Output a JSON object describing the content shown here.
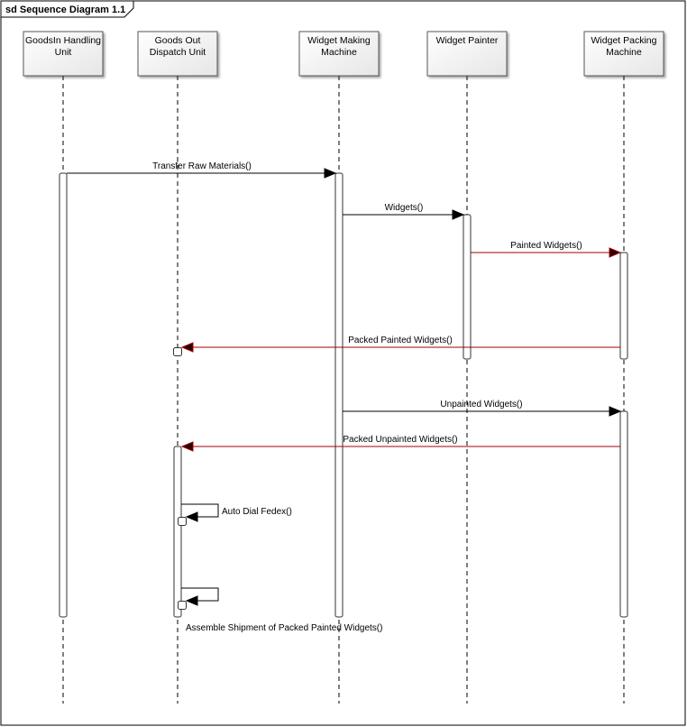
{
  "frame": {
    "title": "sd Sequence Diagram 1.1"
  },
  "colors": {
    "sync": "#000000",
    "reply": "#a00000",
    "lifeline": "#000000"
  },
  "lifelines": [
    {
      "id": "goodsin",
      "lines": [
        "GoodsIn Handling",
        "Unit"
      ]
    },
    {
      "id": "goodsout",
      "lines": [
        "Goods Out",
        "Dispatch Unit"
      ]
    },
    {
      "id": "making",
      "lines": [
        "Widget Making",
        "Machine"
      ]
    },
    {
      "id": "painter",
      "lines": [
        "Widget Painter"
      ]
    },
    {
      "id": "packing",
      "lines": [
        "Widget Packing",
        "Machine"
      ]
    }
  ],
  "messages": [
    {
      "id": "transfer-raw-materials",
      "label": "Transfer Raw Materials()",
      "from": "goodsin",
      "to": "making",
      "kind": "sync"
    },
    {
      "id": "widgets",
      "label": "Widgets()",
      "from": "making",
      "to": "painter",
      "kind": "sync"
    },
    {
      "id": "painted-widgets",
      "label": "Painted Widgets()",
      "from": "painter",
      "to": "packing",
      "kind": "reply"
    },
    {
      "id": "packed-painted-widgets",
      "label": "Packed Painted Widgets()",
      "from": "packing",
      "to": "goodsout",
      "kind": "reply"
    },
    {
      "id": "unpainted-widgets",
      "label": "Unpainted Widgets()",
      "from": "making",
      "to": "packing",
      "kind": "sync"
    },
    {
      "id": "packed-unpainted-widgets",
      "label": "Packed Unpainted Widgets()",
      "from": "packing",
      "to": "goodsout",
      "kind": "reply"
    },
    {
      "id": "auto-dial-fedex",
      "label": "Auto Dial Fedex()",
      "from": "goodsout",
      "to": "goodsout",
      "kind": "self"
    },
    {
      "id": "assemble-shipment",
      "label": "Assemble Shipment of Packed Painted Widgets()",
      "from": "goodsout",
      "to": "goodsout",
      "kind": "self"
    }
  ]
}
